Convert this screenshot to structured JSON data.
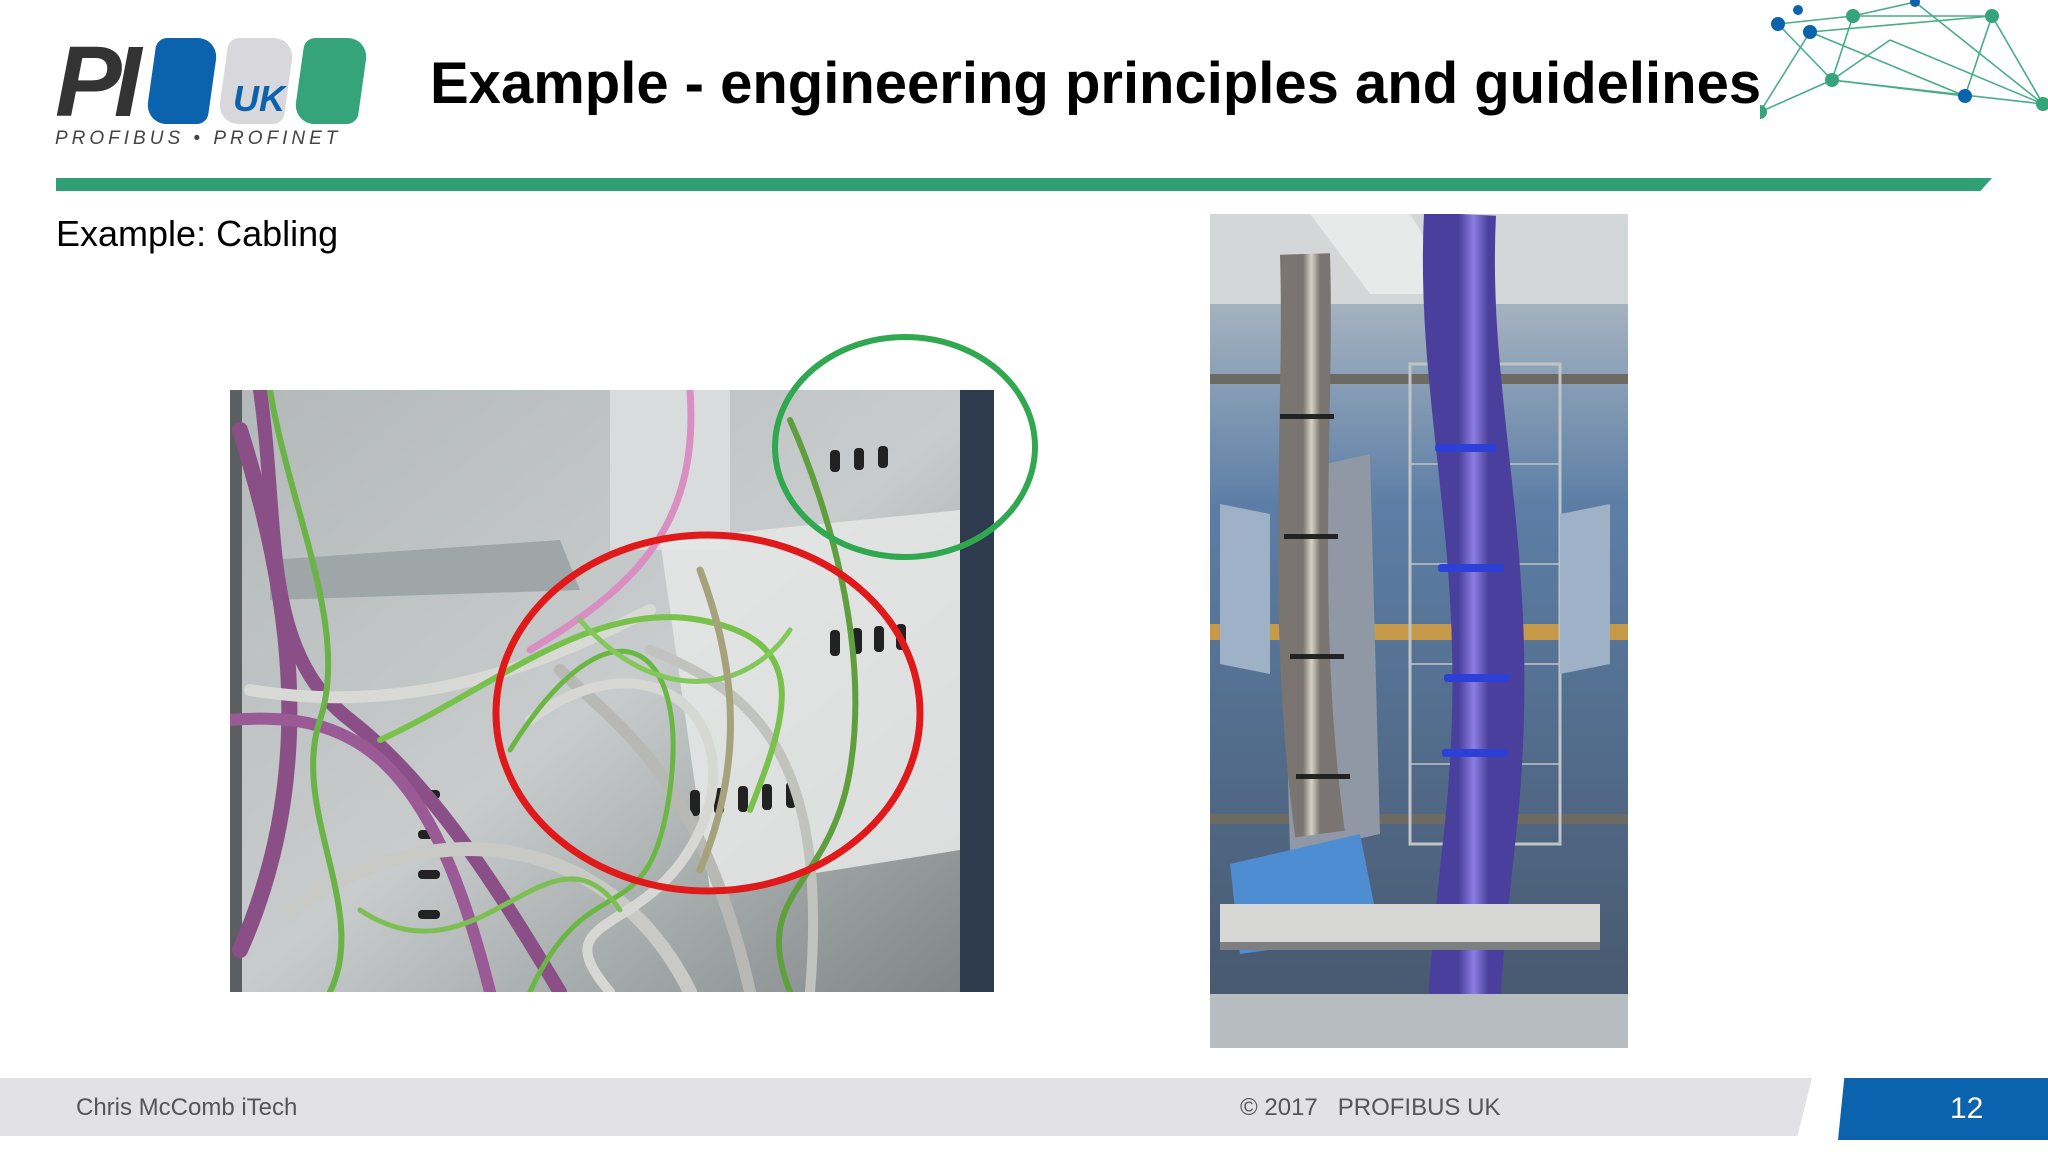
{
  "logo": {
    "main": "PI",
    "badge": "UK",
    "tagline": "PROFIBUS • PROFINET"
  },
  "slide": {
    "title": "Example - engineering principles and guidelines",
    "subtitle": "Example: Cabling"
  },
  "images": [
    {
      "name": "messy-cabling-photo",
      "annotation_colors": [
        "#2fa84f",
        "#e01a1a"
      ]
    },
    {
      "name": "tidy-cabling-photo"
    }
  ],
  "footer": {
    "author": "Chris McComb iTech",
    "copyright": "© 2017",
    "org": "PROFIBUS UK",
    "page": "12"
  },
  "colors": {
    "brand_green": "#2f9f76",
    "brand_blue": "#0b63ad",
    "footer_grey": "#e2e2e5"
  }
}
